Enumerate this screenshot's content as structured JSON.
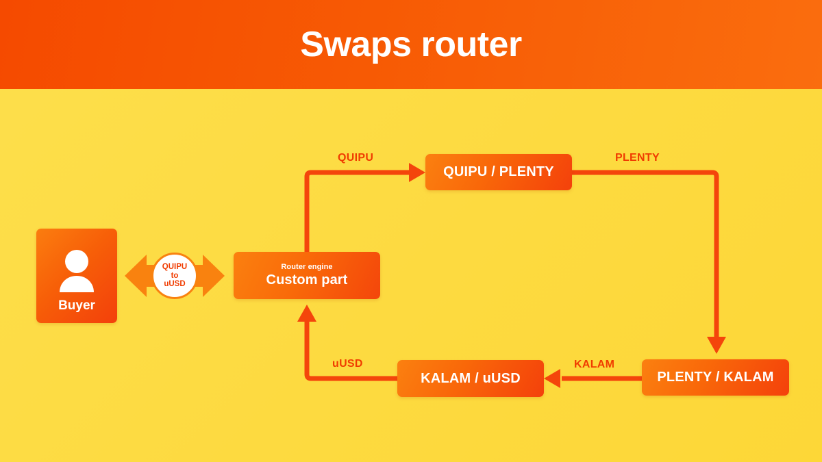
{
  "header": {
    "title": "Swaps router",
    "bg_left": "#f54a00",
    "bg_right": "#fa6d0e"
  },
  "canvas": {
    "bg_color": "#fddc45",
    "accent_color": "#f4460b",
    "arrow_color": "#f03c00"
  },
  "nodes": {
    "buyer": {
      "label": "Buyer",
      "icon": "person-icon"
    },
    "swap_badge": {
      "line1": "QUIPU",
      "line2": "to",
      "line3": "uUSD",
      "icon": "double-arrow-icon"
    },
    "router": {
      "subtitle": "Router engine",
      "title": "Custom part"
    },
    "quipu_plenty": {
      "label": "QUIPU / PLENTY"
    },
    "plenty_kalam": {
      "label": "PLENTY / KALAM"
    },
    "kalam_uusd": {
      "label": "KALAM / uUSD"
    }
  },
  "edges": {
    "quipu": "QUIPU",
    "plenty": "PLENTY",
    "kalam": "KALAM",
    "uusd": "uUSD"
  }
}
